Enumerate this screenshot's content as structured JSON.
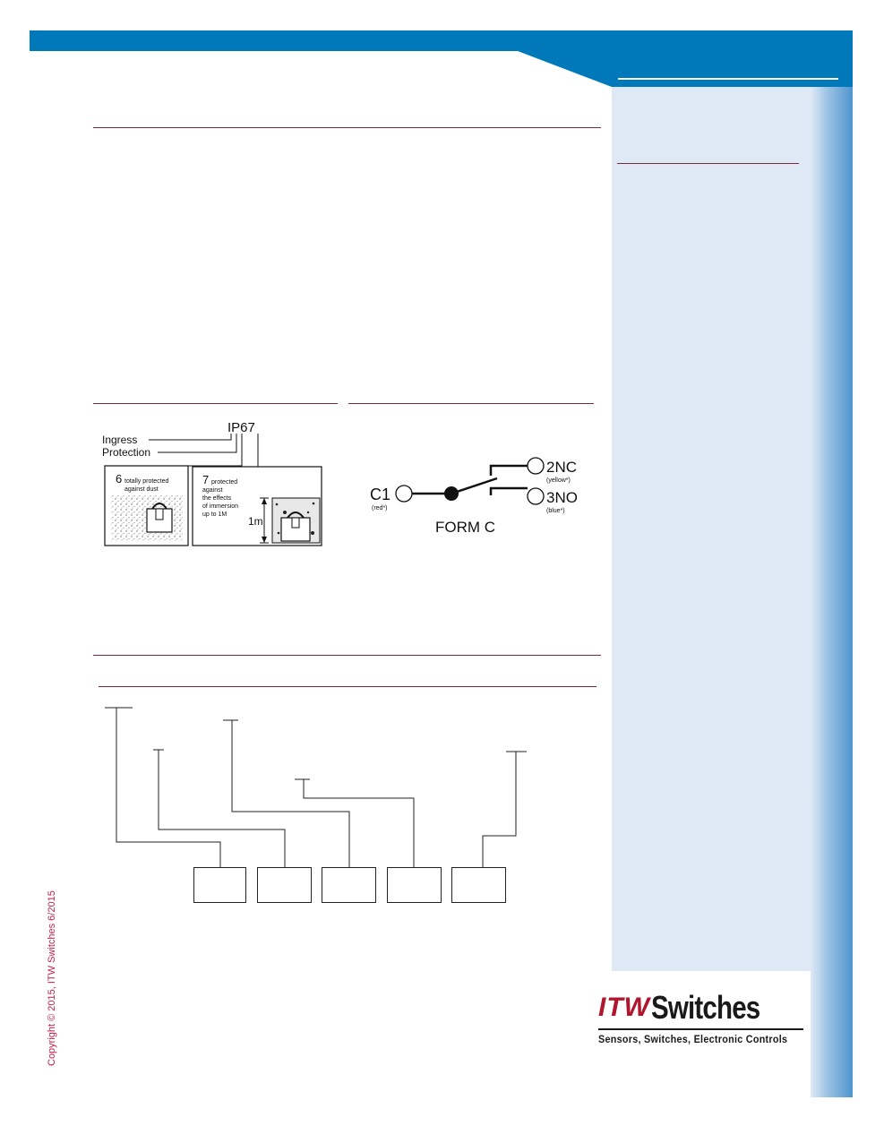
{
  "colors": {
    "header_blue": "#0079ba",
    "section_rule": "#7a2a3a",
    "sidebar_bg": "#dfe9f5",
    "brand_red": "#b0172e"
  },
  "ip_diagram": {
    "code": "IP67",
    "label_ingress": "Ingress",
    "label_protection": "Protection",
    "digit6": "6",
    "digit6_text_1": "totally protected",
    "digit6_text_2": "against dust",
    "digit7": "7",
    "digit7_text_1": "protected",
    "digit7_text_2": "against",
    "digit7_text_3": "the effects",
    "digit7_text_4": "of immersion",
    "digit7_text_5": "up to 1M",
    "depth_label": "1m"
  },
  "circuit": {
    "c1": "C1",
    "c1_color": "(red*)",
    "nc": "2NC",
    "nc_color": "(yellow*)",
    "no": "3NO",
    "no_color": "(blue*)",
    "form": "FORM C"
  },
  "copyright": "Copyright © 2015, ITW Switches 6/2015",
  "logo": {
    "mark": "ITW",
    "name": "Switches",
    "tagline": "Sensors, Switches, Electronic Controls"
  }
}
